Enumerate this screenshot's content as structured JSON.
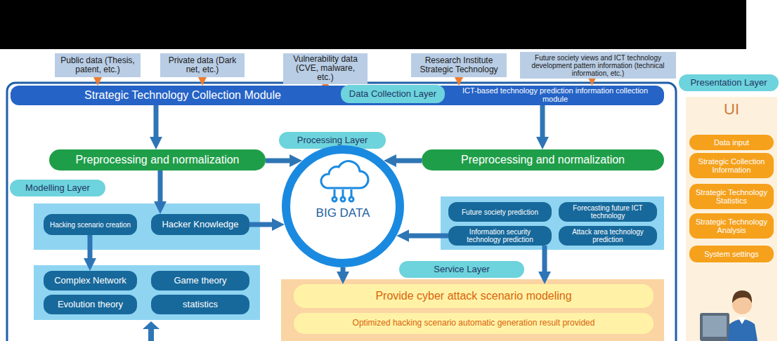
{
  "diagram": {
    "nodes": [
      {
        "text": [
          "Public data (Thesis, patent, etc.)"
        ]
      },
      {
        "text": [
          "Private data (Dark net, etc.)"
        ]
      },
      {
        "text": [
          "Vulnerability data (CVE, malware, etc.)"
        ]
      },
      {
        "text": [
          "Research Institute Strategic Technology"
        ]
      },
      {
        "text": [
          "Future society views and ICT technology development pattern information (technical information, etc.)"
        ]
      },
      {
        "text": [
          "Presentation Layer"
        ]
      },
      {
        "text": [
          "UI"
        ]
      },
      {
        "text": [
          "Data input"
        ],
        "in": 6
      },
      {
        "text": [
          "Strategic Collection Information"
        ],
        "in": 6
      },
      {
        "text": [
          "Strategic Technology Statistics"
        ],
        "in": 6
      },
      {
        "text": [
          "Strategic Technology Analysis"
        ],
        "in": 6
      },
      {
        "text": [
          "System settings"
        ],
        "in": 6
      },
      {
        "text": [
          "Strategic Technology Collection Module",
          "ICT-based technology prediction information collection module"
        ]
      },
      {
        "text": [
          "Data Collection Layer"
        ]
      },
      {
        "text": [
          "Preprocessing and normalization"
        ]
      },
      {
        "text": [
          "Processing Layer"
        ]
      },
      {
        "text": [
          "Preprocessing and normalization"
        ]
      },
      {
        "text": [
          "BIG DATA"
        ]
      },
      {
        "text": [
          "Modelling Layer"
        ]
      },
      {
        "text": [
          "Hacking scenario creation"
        ]
      },
      {
        "text": [
          "Hacker Knowledge"
        ]
      },
      {
        "text": [
          "Future society prediction"
        ]
      },
      {
        "text": [
          "Forecasting future ICT technology"
        ]
      },
      {
        "text": [
          "Information security technology prediction"
        ]
      },
      {
        "text": [
          "Attack area technology prediction"
        ]
      },
      {
        "text": [
          "Complex Network"
        ]
      },
      {
        "text": [
          "Game theory"
        ]
      },
      {
        "text": [
          "Evolution theory"
        ]
      },
      {
        "text": [
          "statistics"
        ]
      },
      {
        "text": [
          "Service Layer"
        ]
      },
      {
        "text": [
          "Provide cyber attack scenario modeling"
        ]
      },
      {
        "text": [
          "Optimized hacking scenario automatic generation result provided"
        ]
      }
    ],
    "edges": [
      {
        "from": 0,
        "to": 12,
        "arrow": "to"
      },
      {
        "from": 1,
        "to": 12,
        "arrow": "to"
      },
      {
        "from": 2,
        "to": 12,
        "arrow": "to"
      },
      {
        "from": 3,
        "to": 12,
        "arrow": "to"
      },
      {
        "from": 4,
        "to": 12,
        "arrow": "to"
      },
      {
        "from": 12,
        "to": 14,
        "arrow": "to"
      },
      {
        "from": 12,
        "to": 16,
        "arrow": "to"
      },
      {
        "from": 14,
        "to": 17,
        "arrow": "to"
      },
      {
        "from": 16,
        "to": 17,
        "arrow": "to"
      },
      {
        "from": 14,
        "to": 20,
        "arrow": "to"
      },
      {
        "from": 20,
        "to": 17,
        "arrow": "to"
      },
      {
        "from": 23,
        "to": 17,
        "arrow": "to"
      },
      {
        "from": 19,
        "to": 25,
        "arrow": "to"
      },
      {
        "from": 17,
        "to": 30,
        "arrow": "to"
      },
      {
        "from": 23,
        "to": 30,
        "arrow": "to"
      }
    ]
  }
}
